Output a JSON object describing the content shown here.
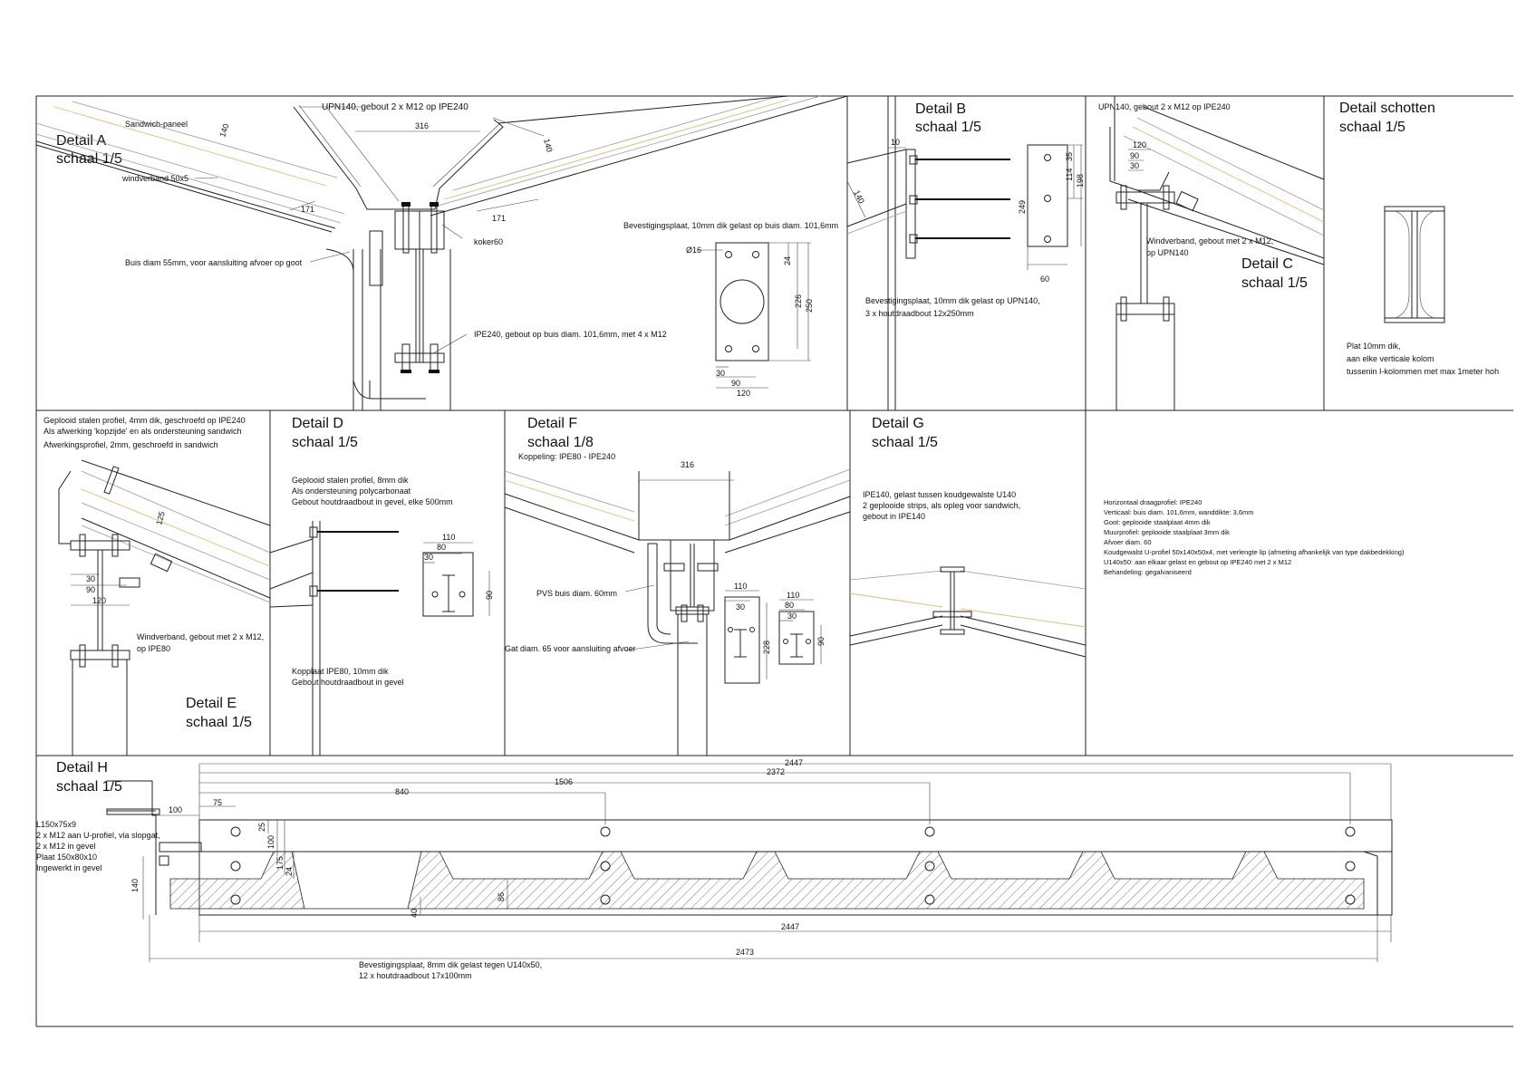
{
  "details": {
    "a": {
      "title": "Detail A",
      "scale": "schaal 1/5"
    },
    "b": {
      "title": "Detail B",
      "scale": "schaal 1/5"
    },
    "c": {
      "title": "Detail C",
      "scale": "schaal 1/5"
    },
    "schotten": {
      "title": "Detail schotten",
      "scale": "schaal 1/5"
    },
    "d": {
      "title": "Detail D",
      "scale": "schaal 1/5"
    },
    "e": {
      "title": "Detail E",
      "scale": "schaal 1/5"
    },
    "f": {
      "title": "Detail F",
      "scale": "schaal 1/8"
    },
    "g": {
      "title": "Detail G",
      "scale": "schaal 1/5"
    },
    "h": {
      "title": "Detail H",
      "scale": "schaal 1/5"
    }
  },
  "labels": {
    "a_upn": "UPN140, gebout 2 x M12 op IPE240",
    "a_sandwich": "Sandwich-paneel",
    "a_windverband": "windverband 50x5",
    "a_koker": "koker60",
    "a_buis": "Buis diam 55mm, voor aansluiting afvoer op goot",
    "a_ipe": "IPE240, gebout op buis diam. 101,6mm, met 4 x M12",
    "a_bevest": "Bevestigingsplaat, 10mm dik gelast op buis diam. 101,6mm",
    "a_dia": "Ø16",
    "b_bevest1": "Bevestigingsplaat, 10mm dik gelast op UPN140,",
    "b_bevest2": "3 x houtdraadbout 12x250mm",
    "c_upn": "UPN140, gebout 2 x M12 op IPE240",
    "c_wind1": "Windverband, gebout met 2 x M12,",
    "c_wind2": "op UPN140",
    "s_plat1": "Plat 10mm dik,",
    "s_plat2": "aan elke verticale kolom",
    "s_plat3": "tussenin I-kolommen met max 1meter hoh",
    "e_geplooid1": "Geplooid stalen profiel, 4mm dik, geschroefd op IPE240",
    "e_geplooid2": "Als afwerking 'kopzijde' en als ondersteuning sandwich",
    "e_afwerk": "Afwerkingsprofiel, 2mm, geschroefd in sandwich",
    "e_wind1": "Windverband, gebout met 2 x M12,",
    "e_wind2": "op IPE80",
    "d_geplooid1": "Geplooid stalen profiel, 8mm dik",
    "d_geplooid2": "Als ondersteuning polycarbonaat",
    "d_geplooid3": "Gebout houtdraadbout in gevel, elke 500mm",
    "d_kopp1": "Kopplaat IPE80, 10mm dik",
    "d_kopp2": "Gebout houtdraadbout in gevel",
    "f_koppeling": "Koppeling: IPE80 - IPE240",
    "f_pvs": "PVS buis diam. 60mm",
    "f_gat": "Gat diam. 65 voor aansluiting afvoer",
    "g_ipe1": "IPE140, gelast tussen koudgewalste U140",
    "g_ipe2": "2 geplooide strips, als opleg voor sandwich,",
    "g_ipe3": "gebout in IPE140",
    "spec1": "Horizontaal draagprofiel: IPE240",
    "spec2": "Verticaal: buis diam. 101,6mm, wanddikte: 3,6mm",
    "spec3": "Goot: geplooide staalplaat 4mm dik",
    "spec4": "Muurprofiel: geplooide staalplaat 3mm dik",
    "spec5": "Afvoer diam. 60",
    "spec6": "Koudgewalst U-profiel 50x140x50x4, met verlengte lip (afmeting afhankelijk van type dakbedekking)",
    "spec7": "U140x50: aan elkaar gelast en gebout op IPE240 met 2 x M12",
    "spec8": "Behandeling: gegalvaniseerd",
    "h_l1": "L150x75x9",
    "h_l2": "2 x M12 aan U-profiel, via slopgat,",
    "h_l3": "2 x M12 in gevel",
    "h_l4": "Plaat 150x80x10",
    "h_l5": "Ingewerkt in gevel",
    "h_bev1": "Bevestigingsplaat, 8mm dik gelast tegen U140x50,",
    "h_bev2": "12 x houtdraadbout 17x100mm"
  },
  "dims": {
    "a_316": "316",
    "a_140": "140",
    "a_171a": "171",
    "a_171b": "171",
    "a_140b": "140",
    "a_24": "24",
    "a_226": "226",
    "a_250": "250",
    "a_30": "30",
    "a_90": "90",
    "a_120": "120",
    "b_10": "10",
    "b_140": "140",
    "b_35": "35",
    "b_114": "114",
    "b_198": "198",
    "b_249": "249",
    "b_60": "60",
    "c_120": "120",
    "c_90": "90",
    "c_30": "30",
    "e_125": "125",
    "e_30": "30",
    "e_90": "90",
    "e_120": "120",
    "d_110": "110",
    "d_80": "80",
    "d_30": "30",
    "d_90": "90",
    "f_316": "316",
    "f_110a": "110",
    "f_30": "30",
    "f_228": "228",
    "f_110b": "110",
    "f_80": "80",
    "f_30b": "30",
    "f_90": "90",
    "h_2447a": "2447",
    "h_2372": "2372",
    "h_1506": "1506",
    "h_840": "840",
    "h_75": "75",
    "h_100a": "100",
    "h_25": "25",
    "h_100b": "100",
    "h_175": "175",
    "h_24": "24",
    "h_140": "140",
    "h_40": "40",
    "h_86": "86",
    "h_2447b": "2447",
    "h_2473": "2473"
  }
}
